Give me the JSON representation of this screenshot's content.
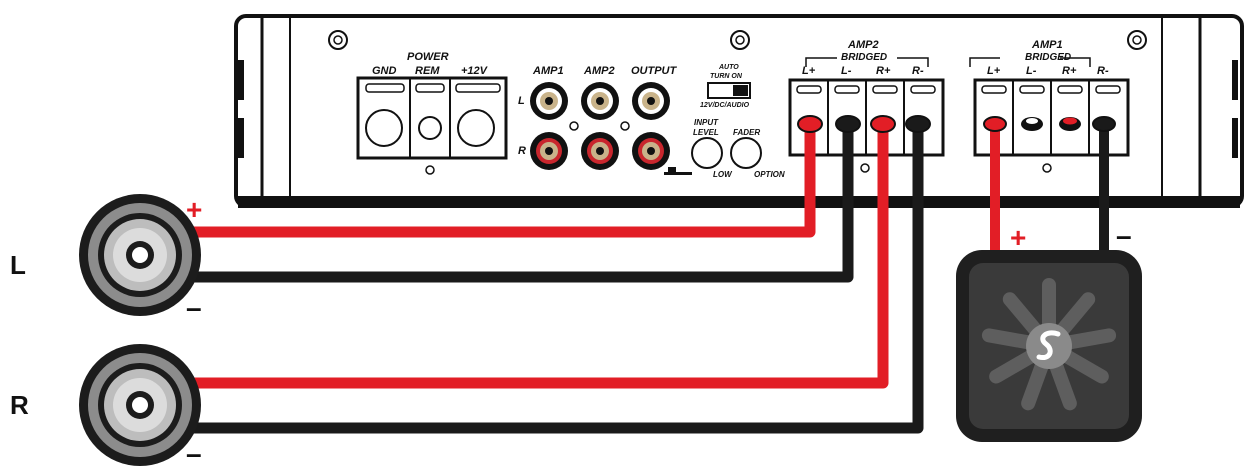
{
  "amplifier": {
    "power_block": {
      "title": "POWER",
      "gnd": "GND",
      "rem": "REM",
      "plus12": "+12V"
    },
    "rca": {
      "amp1": "AMP1",
      "amp2": "AMP2",
      "output": "OUTPUT",
      "left": "L",
      "right": "R"
    },
    "switch": {
      "line1": "AUTO",
      "line2": "TURN ON",
      "line3": "12V/DC/AUDIO"
    },
    "knobs": {
      "input_line1": "INPUT",
      "input_line2": "LEVEL",
      "fader": "FADER",
      "low": "LOW",
      "option": "OPTION"
    },
    "amp2_terminal": {
      "title": "AMP2",
      "subtitle": "BRIDGED",
      "labels": [
        "L+",
        "L-",
        "R+",
        "R-"
      ]
    },
    "amp1_terminal": {
      "title": "AMP1",
      "subtitle": "BRIDGED",
      "labels": [
        "L+",
        "L-",
        "R+",
        "R-"
      ]
    }
  },
  "speakers": {
    "left": {
      "label": "L",
      "plus": "+",
      "minus": "–"
    },
    "right": {
      "label": "R",
      "minus": "–"
    }
  },
  "subwoofer": {
    "plus": "+",
    "minus": "–"
  },
  "colors": {
    "positive_wire": "#e21e26",
    "negative_wire": "#1a1a1a",
    "chassis": "#ffffff",
    "outline": "#111111",
    "sub_box": "#2b2b2b"
  }
}
